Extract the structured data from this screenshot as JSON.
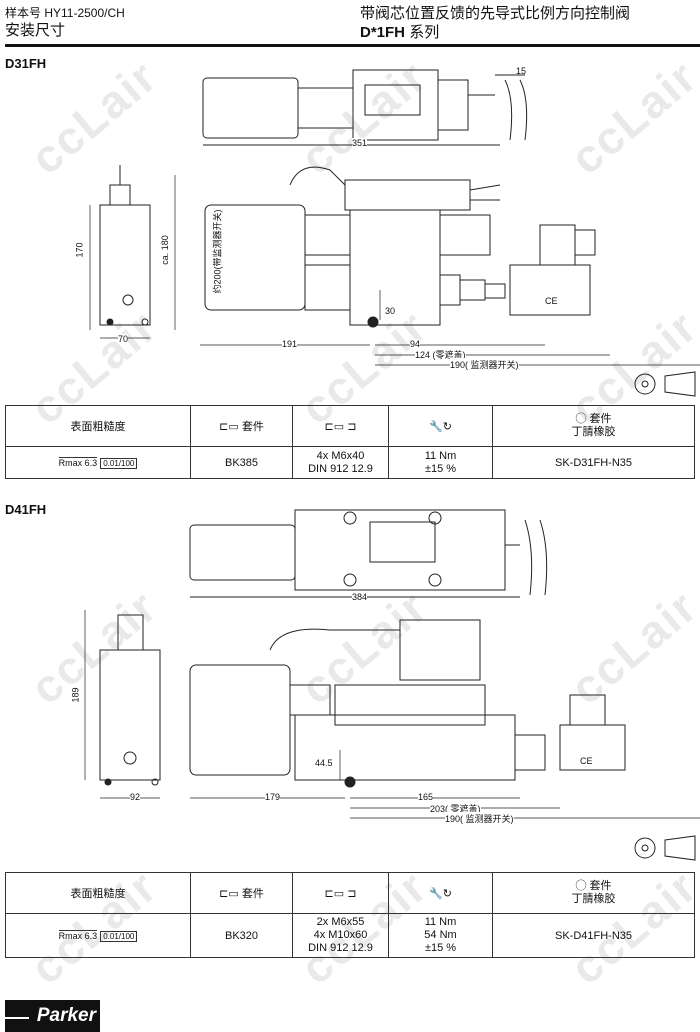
{
  "header": {
    "catalog": "样本号 HY11-2500/CH",
    "section": "安装尺寸",
    "title": "带阀芯位置反馈的先导式比例方向控制阀",
    "series_code": "D*1FH",
    "series_suffix": "系列"
  },
  "watermark": "ccLair",
  "d31": {
    "label": "D31FH",
    "dims": {
      "d15": "15",
      "d351": "351",
      "d170": "170",
      "d180": "ca. 180",
      "d200": "约200(带监测器开关)",
      "d70": "70",
      "d191": "191",
      "d94": "94",
      "d124": "124 (零遮盖)",
      "d190": "190( 监测器开关)",
      "d30": "30",
      "ce": "CE"
    },
    "table": {
      "h_roughness": "表面粗糙度",
      "h_kit": "套件",
      "h_oring_kit": "套件",
      "h_oring_mat": "丁腈橡胶",
      "roughness": "Rmax 6.3",
      "flatness": "0.01/100",
      "kit": "BK385",
      "bolts": [
        "4x M6x40",
        "DIN 912 12.9"
      ],
      "torque": [
        "11 Nm",
        "±15 %"
      ],
      "seal_kit": "SK-D31FH-N35"
    }
  },
  "d41": {
    "label": "D41FH",
    "dims": {
      "d384": "384",
      "d189": "189",
      "d92": "92",
      "d179": "179",
      "d165": "165",
      "d203": "203( 零遮盖)",
      "d190": "190( 监测器开关)",
      "d445": "44.5",
      "ce": "CE"
    },
    "table": {
      "h_roughness": "表面粗糙度",
      "h_kit": "套件",
      "h_oring_kit": "套件",
      "h_oring_mat": "丁腈橡胶",
      "roughness": "Rmax 6.3",
      "flatness": "0.01/100",
      "kit": "BK320",
      "bolts": [
        "2x M6x55",
        "4x M10x60",
        "DIN 912 12.9"
      ],
      "torque": [
        "11 Nm",
        "54 Nm",
        "±15 %"
      ],
      "seal_kit": "SK-D41FH-N35"
    }
  },
  "logo": "Parker"
}
